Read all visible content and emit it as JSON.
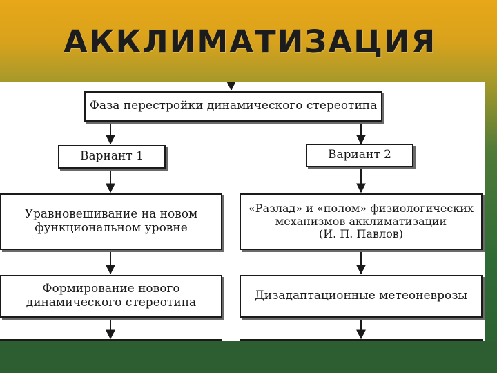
{
  "slide": {
    "title": "АККЛИМАТИЗАЦИЯ"
  },
  "diagram": {
    "phase_box": "Фаза перестройки динамического стереотипа",
    "variant1": "Вариант 1",
    "variant2": "Вариант 2",
    "left_step1": "Уравновешивание на новом\nфункциональном уровне",
    "right_step1": "«Разлад» и «полом» физиологических\nмеханизмов акклиматизации\n(И. П. Павлов)",
    "left_step2": "Формирование нового\nдинамического стереотипа",
    "right_step2": "Дизадаптационные метеоневрозы"
  }
}
